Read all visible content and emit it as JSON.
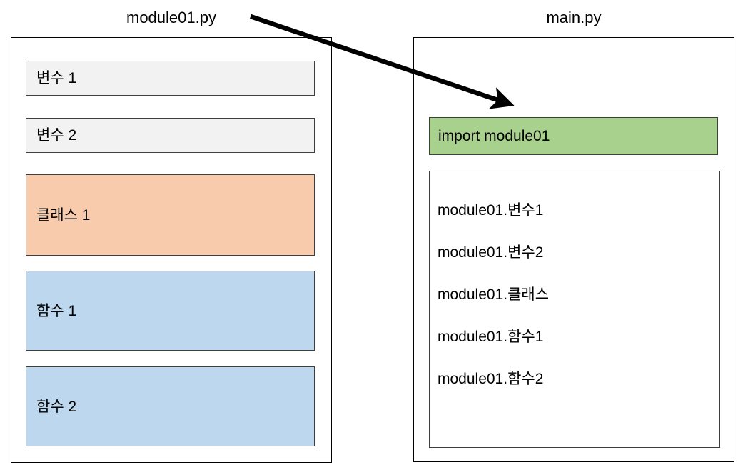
{
  "diagram": {
    "left_panel": {
      "title": "module01.py",
      "members": [
        {
          "label": "변수 1",
          "kind": "variable",
          "color": "#f2f2f2"
        },
        {
          "label": "변수 2",
          "kind": "variable",
          "color": "#f2f2f2"
        },
        {
          "label": "클래스 1",
          "kind": "class",
          "color": "#f8cbad"
        },
        {
          "label": "함수 1",
          "kind": "function",
          "color": "#bdd7ee"
        },
        {
          "label": "함수 2",
          "kind": "function",
          "color": "#bdd7ee"
        }
      ]
    },
    "right_panel": {
      "title": "main.py",
      "import_statement": "import module01",
      "import_color": "#a9d18e",
      "usages": [
        "module01.변수1",
        "module01.변수2",
        "module01.클래스",
        "module01.함수1",
        "module01.함수2"
      ]
    },
    "arrow": {
      "label": "import-arrow",
      "color": "#000000",
      "from": "module01.py title",
      "to": "import module01 statement"
    }
  }
}
